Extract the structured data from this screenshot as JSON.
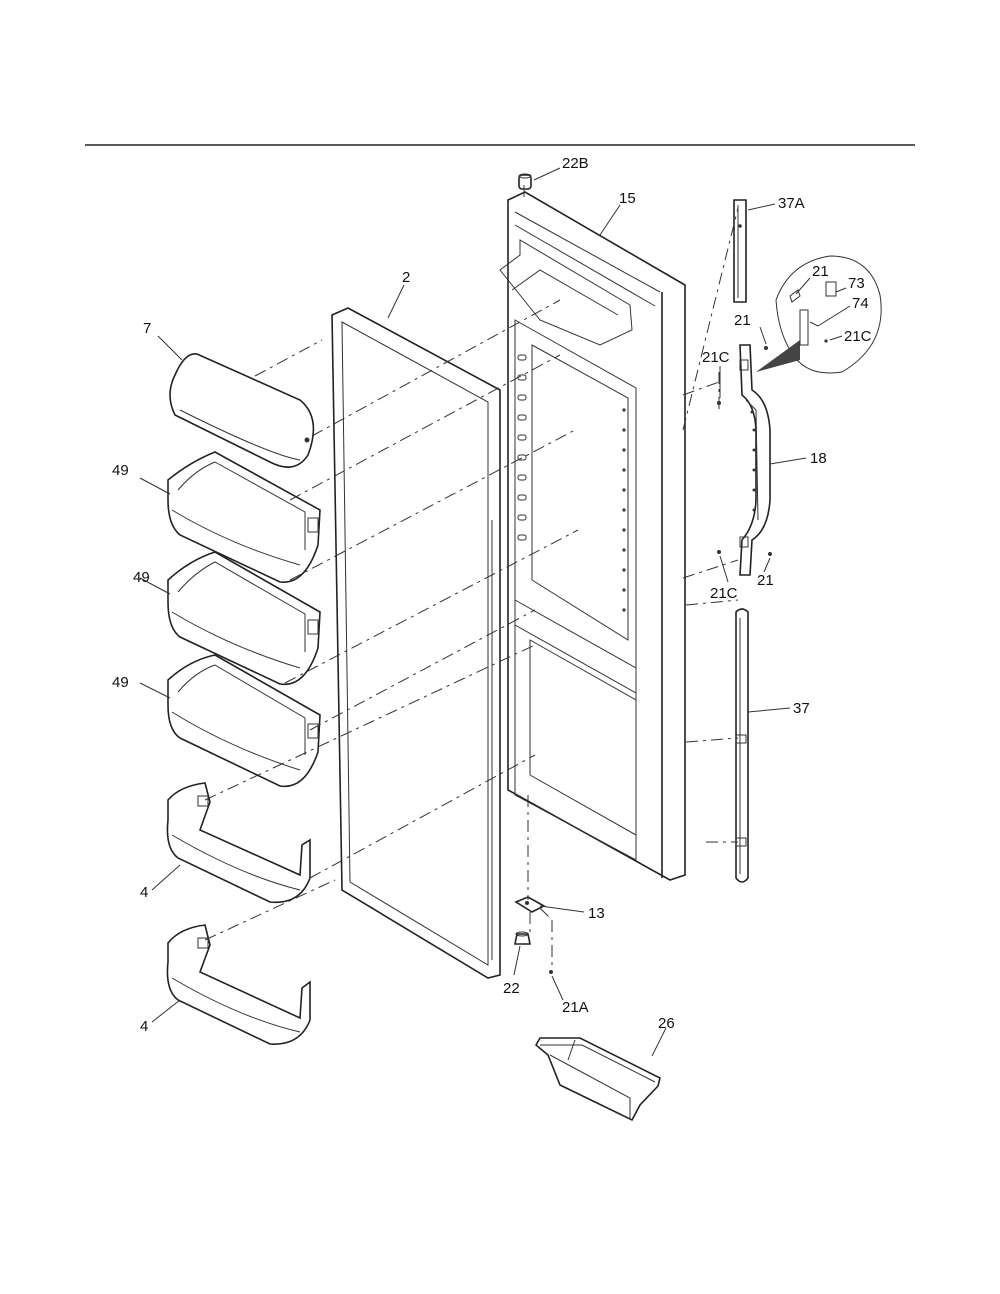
{
  "diagram": {
    "callouts": {
      "c7": "7",
      "c2": "2",
      "c49a": "49",
      "c49b": "49",
      "c49c": "49",
      "c4a": "4",
      "c4b": "4",
      "c22B": "22B",
      "c15": "15",
      "c37A": "37A",
      "c21a": "21",
      "c73": "73",
      "c74": "74",
      "c21Ca": "21C",
      "c21b": "21",
      "c21Cb": "21C",
      "c18": "18",
      "c21Cc": "21C",
      "c21c": "21",
      "c37": "37",
      "c13": "13",
      "c22": "22",
      "c21A": "21A",
      "c26": "26"
    }
  }
}
